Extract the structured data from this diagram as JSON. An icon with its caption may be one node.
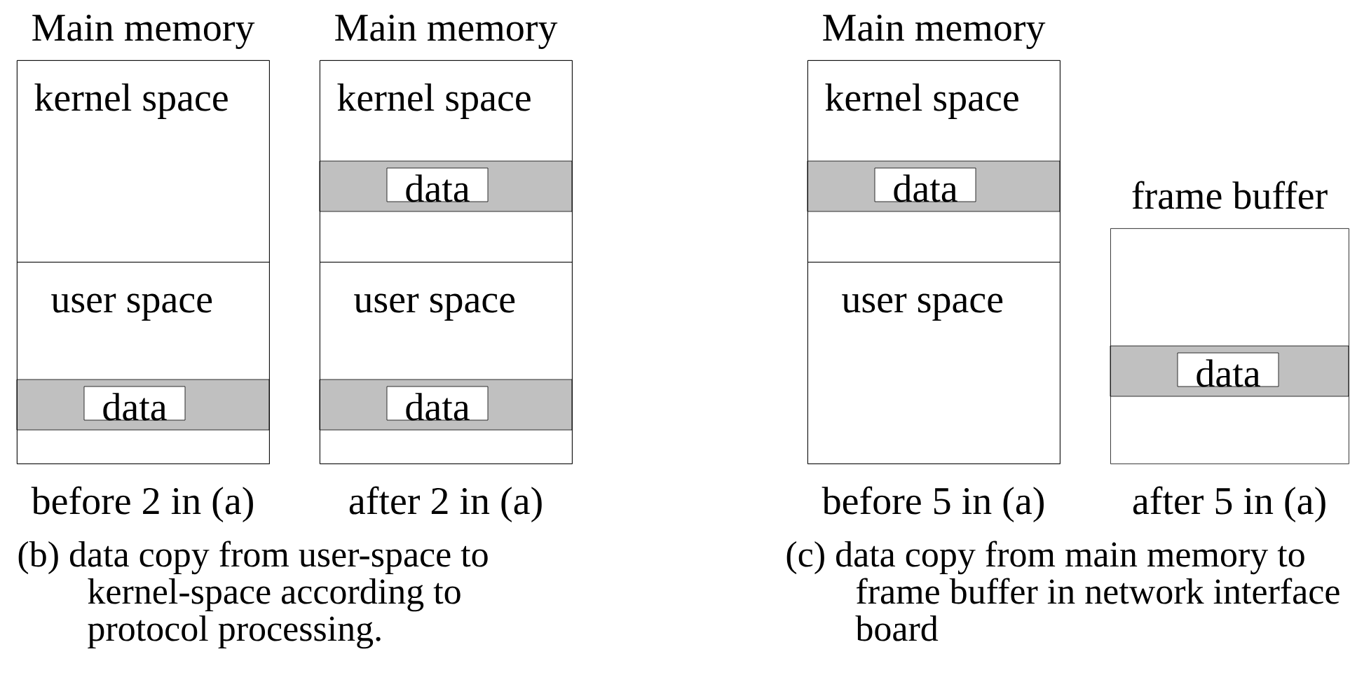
{
  "diagram": {
    "nodes": [
      {
        "text": [
          "Main memory"
        ],
        "beside": [
          "before 2 in (a)"
        ]
      },
      {
        "text": [
          "kernel space"
        ],
        "in": 0
      },
      {
        "text": [
          "user space"
        ],
        "in": 0
      },
      {
        "text": [
          "data"
        ],
        "in": 2
      },
      {
        "text": [
          "Main memory"
        ],
        "beside": [
          "after 2 in (a)"
        ]
      },
      {
        "text": [
          "kernel space"
        ],
        "in": 4
      },
      {
        "text": [
          "data"
        ],
        "in": 5
      },
      {
        "text": [
          "user space"
        ],
        "in": 4
      },
      {
        "text": [
          "data"
        ],
        "in": 7
      },
      {
        "text": [
          "Main memory"
        ],
        "beside": [
          "before 5 in (a)"
        ]
      },
      {
        "text": [
          "kernel space"
        ],
        "in": 9
      },
      {
        "text": [
          "data"
        ],
        "in": 10
      },
      {
        "text": [
          "user space"
        ],
        "in": 9
      },
      {
        "text": [
          "frame buffer"
        ],
        "beside": [
          "after 5 in (a)"
        ]
      },
      {
        "text": [
          "data"
        ],
        "in": 13
      }
    ],
    "labels": [
      "(b) data copy from user-space to kernel-space according to protocol processing.",
      "(c) data copy from main memory to frame buffer in network interface board"
    ]
  }
}
